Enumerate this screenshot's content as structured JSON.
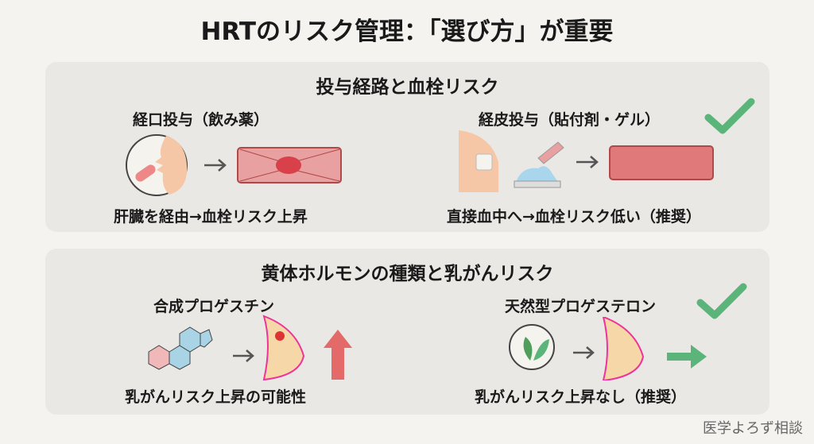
{
  "title": "HRTのリスク管理：「選び方」が重要",
  "section1": {
    "title": "投与経路と血栓リスク",
    "left": {
      "label": "経口投与（飲み薬）",
      "caption": "肝臓を経由→血栓リスク上昇"
    },
    "right": {
      "label": "経皮投与（貼付剤・ゲル）",
      "caption": "直接血中へ→血栓リスク低い（推奨）",
      "recommended": true
    }
  },
  "section2": {
    "title": "黄体ホルモンの種類と乳がんリスク",
    "left": {
      "label": "合成プロゲスチン",
      "caption": "乳がんリスク上昇の可能性"
    },
    "right": {
      "label": "天然型プロゲステロン",
      "caption": "乳がんリスク上昇なし（推奨）",
      "recommended": true
    }
  },
  "watermark": "医学よろず相談",
  "colors": {
    "check": "#5bb57a",
    "risk": "#e46a6a",
    "vessel": "#d96a6a"
  }
}
